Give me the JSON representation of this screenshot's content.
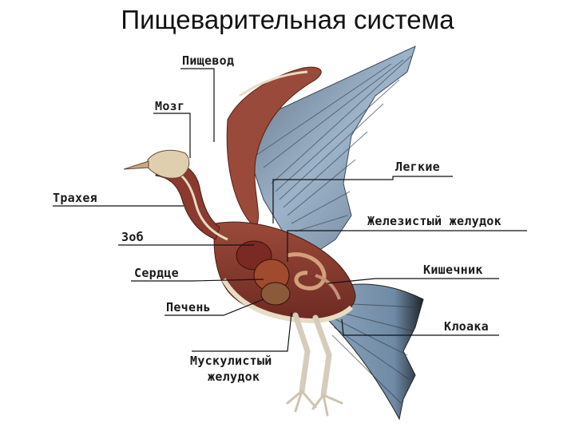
{
  "title": "Пищеварительная система",
  "labels": {
    "esophagus": "Пищевод",
    "brain": "Мозг",
    "lungs": "Легкие",
    "trachea": "Трахея",
    "glandular_stomach": "Железистый желудок",
    "crop": "Зоб",
    "intestine": "Кишечник",
    "heart": "Сердце",
    "cloaca": "Клоака",
    "liver": "Печень",
    "gizzard_line1": "Мускулистый",
    "gizzard_line2": "желудок"
  },
  "colors": {
    "feather_blue": "#7d98b4",
    "feather_dark": "#2c3440",
    "muscle": "#8a3a2e",
    "skin": "#e8dcc4",
    "leader": "#111111"
  }
}
